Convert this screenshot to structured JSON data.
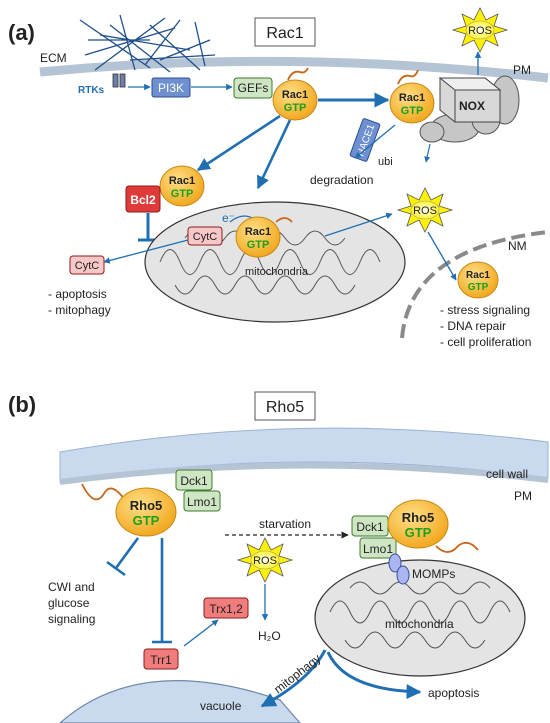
{
  "panel_a": {
    "tag": "(a)",
    "title": "Rac1",
    "ecm": "ECM",
    "pm": "PM",
    "nm": "NM",
    "rtks": "RTKs",
    "pi3k": "PI3K",
    "gefs": "GEFs",
    "rac1": "Rac1",
    "gtp": "GTP",
    "nox": "NOX",
    "ros": "ROS",
    "hace1": "HACE1",
    "ubi": "ubi",
    "degradation": "degradation",
    "bcl2": "Bcl2",
    "cytc": "CytC",
    "electron": "e⁻",
    "mitochondria": "mitochondria",
    "mito_outcomes": [
      "- apoptosis",
      "- mitophagy"
    ],
    "nuclear_outcomes": [
      "- stress signaling",
      "- DNA repair",
      "- cell proliferation"
    ]
  },
  "panel_b": {
    "tag": "(b)",
    "title": "Rho5",
    "cell_wall": "cell wall",
    "pm": "PM",
    "rho5": "Rho5",
    "gtp": "GTP",
    "dck1": "Dck1",
    "lmo1": "Lmo1",
    "starvation": "starvation",
    "ros": "ROS",
    "momps": "MOMPs",
    "mitochondria": "mitochondria",
    "cwi": [
      "CWI and",
      "glucose",
      "signaling"
    ],
    "trx": "Trx1,2",
    "h2o": "H₂O",
    "trr1": "Trr1",
    "vacuole": "vacuole",
    "mitophagy": "mitophagy",
    "apoptosis": "apoptosis"
  },
  "colors": {
    "gtpase_fill": "#f5b535",
    "gtp_text": "#1aa01a",
    "arrow_blue": "#1f6fb2",
    "gef_green": "#cfe6c4",
    "pi3k_blue": "#6e8fd0",
    "bcl2_red": "#e03b3b",
    "cytc_pink": "#f8c8c8",
    "ros_yellow": "#fff200",
    "membrane_blue": "#c9d9ee",
    "linker_orange": "#c8661c"
  }
}
